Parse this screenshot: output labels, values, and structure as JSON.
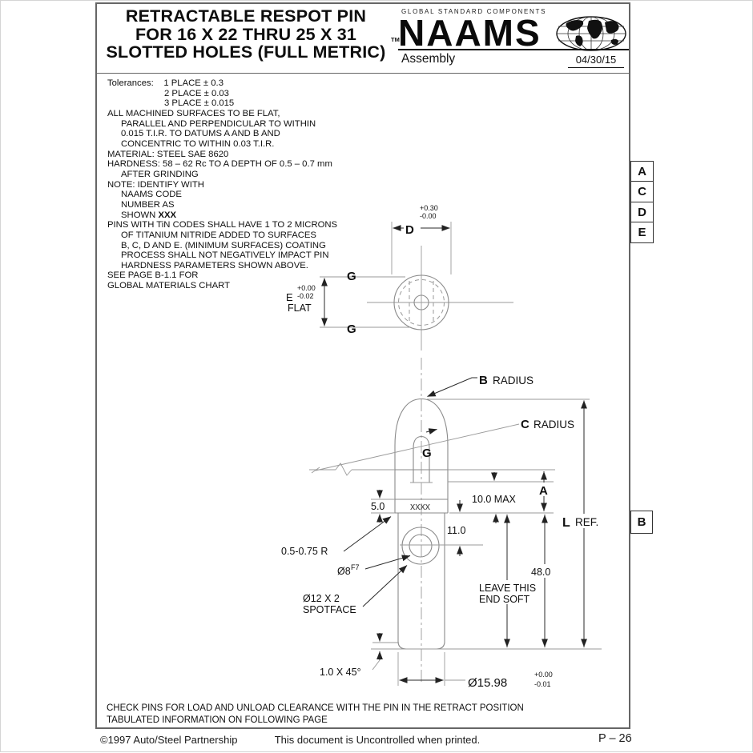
{
  "title_block": {
    "line1": "RETRACTABLE RESPOT PIN",
    "line2": "FOR 16 X 22 THRU 25 X 31",
    "line3": "SLOTTED HOLES (FULL METRIC)",
    "trademark": "TM"
  },
  "brand": {
    "tagline": "GLOBAL STANDARD COMPONENTS",
    "name": "NAAMS",
    "globe_icon": "globe-world-grid-icon",
    "subtitle": "Assembly",
    "date": "04/30/15"
  },
  "notes": [
    {
      "ind": 0,
      "seg": [
        {
          "t": "Tolerances:    1 PLACE ± 0.3"
        }
      ]
    },
    {
      "ind": 2,
      "seg": [
        {
          "t": "2 PLACE ± 0.03"
        }
      ]
    },
    {
      "ind": 2,
      "seg": [
        {
          "t": "3 PLACE ± 0.015"
        }
      ]
    },
    {
      "ind": 0,
      "seg": [
        {
          "t": "ALL MACHINED SURFACES TO BE FLAT,"
        }
      ]
    },
    {
      "ind": 1,
      "seg": [
        {
          "t": "PARALLEL AND PERPENDICULAR TO WITHIN"
        }
      ]
    },
    {
      "ind": 1,
      "seg": [
        {
          "t": "0.015 T.I.R. TO DATUMS A AND B AND"
        }
      ]
    },
    {
      "ind": 1,
      "seg": [
        {
          "t": "CONCENTRIC TO WITHIN 0.03 T.I.R."
        }
      ]
    },
    {
      "ind": 0,
      "seg": [
        {
          "t": "MATERIAL: STEEL SAE 8620"
        }
      ]
    },
    {
      "ind": 0,
      "seg": [
        {
          "t": "HARDNESS: 58 – 62 Rc TO A DEPTH OF 0.5 – 0.7 mm"
        }
      ]
    },
    {
      "ind": 1,
      "seg": [
        {
          "t": "AFTER GRINDING"
        }
      ]
    },
    {
      "ind": 0,
      "seg": [
        {
          "t": "NOTE: IDENTIFY WITH"
        }
      ]
    },
    {
      "ind": 1,
      "seg": [
        {
          "t": "NAAMS CODE"
        }
      ]
    },
    {
      "ind": 1,
      "seg": [
        {
          "t": "NUMBER AS"
        }
      ]
    },
    {
      "ind": 1,
      "seg": [
        {
          "t": "SHOWN "
        },
        {
          "t": "XXX",
          "b": true
        }
      ]
    },
    {
      "ind": 0,
      "seg": [
        {
          "t": "PINS WITH TiN CODES SHALL HAVE 1 TO 2 MICRONS"
        }
      ]
    },
    {
      "ind": 1,
      "seg": [
        {
          "t": "OF TITANIUM NITRIDE ADDED TO SURFACES"
        }
      ]
    },
    {
      "ind": 1,
      "seg": [
        {
          "t": "B, C, D AND E. (MINIMUM SURFACES) COATING"
        }
      ]
    },
    {
      "ind": 1,
      "seg": [
        {
          "t": "PROCESS SHALL NOT NEGATIVELY IMPACT PIN"
        }
      ]
    },
    {
      "ind": 1,
      "seg": [
        {
          "t": "HARDNESS PARAMETERS SHOWN ABOVE."
        }
      ]
    },
    {
      "ind": 0,
      "seg": [
        {
          "t": "SEE PAGE B-1.1 FOR"
        }
      ]
    },
    {
      "ind": 0,
      "seg": [
        {
          "t": "GLOBAL MATERIALS CHART"
        }
      ]
    }
  ],
  "datum_tabs": [
    "A",
    "C",
    "D",
    "E"
  ],
  "datum_tab_side": "B",
  "drawing": {
    "d_label": "D",
    "d_tol_plus": "+0.30",
    "d_tol_minus": "-0.00",
    "g_label_top": "G",
    "g_label_bottom": "G",
    "e_label": "E",
    "e_tol_plus": "+0.00",
    "e_tol_minus": "-0.02",
    "e_flat": "FLAT",
    "b_radius_letter": "B",
    "b_radius_word": "RADIUS",
    "c_radius_letter": "C",
    "c_radius_word": "RADIUS",
    "g_slot": "G",
    "marking": "xxxx",
    "dim_5_0": "5.0",
    "dim_10_max": "10.0 MAX",
    "a_label": "A",
    "dim_11_0": "11.0",
    "corner_radius": "0.5-0.75 R",
    "hole_dia": "Ø8",
    "hole_fit": "F7",
    "spotface_line1": "Ø12 X 2",
    "spotface_line2": "SPOTFACE",
    "leave_line1": "LEAVE THIS",
    "leave_line2": "END SOFT",
    "dim_48_0": "48.0",
    "l_letter": "L",
    "l_ref": "REF.",
    "chamfer": "1.0 X 45°",
    "shank_dia": "Ø15.98",
    "shank_tol_plus": "+0.00",
    "shank_tol_minus": "-0.01"
  },
  "bottom_notes": [
    "CHECK PINS FOR LOAD AND UNLOAD CLEARANCE WITH THE PIN IN THE RETRACT POSITION",
    "TABULATED INFORMATION ON FOLLOWING PAGE"
  ],
  "footer": {
    "copyright": "©1997 Auto/Steel Partnership",
    "center": "This document is Uncontrolled when printed.",
    "page": "P – 26"
  }
}
